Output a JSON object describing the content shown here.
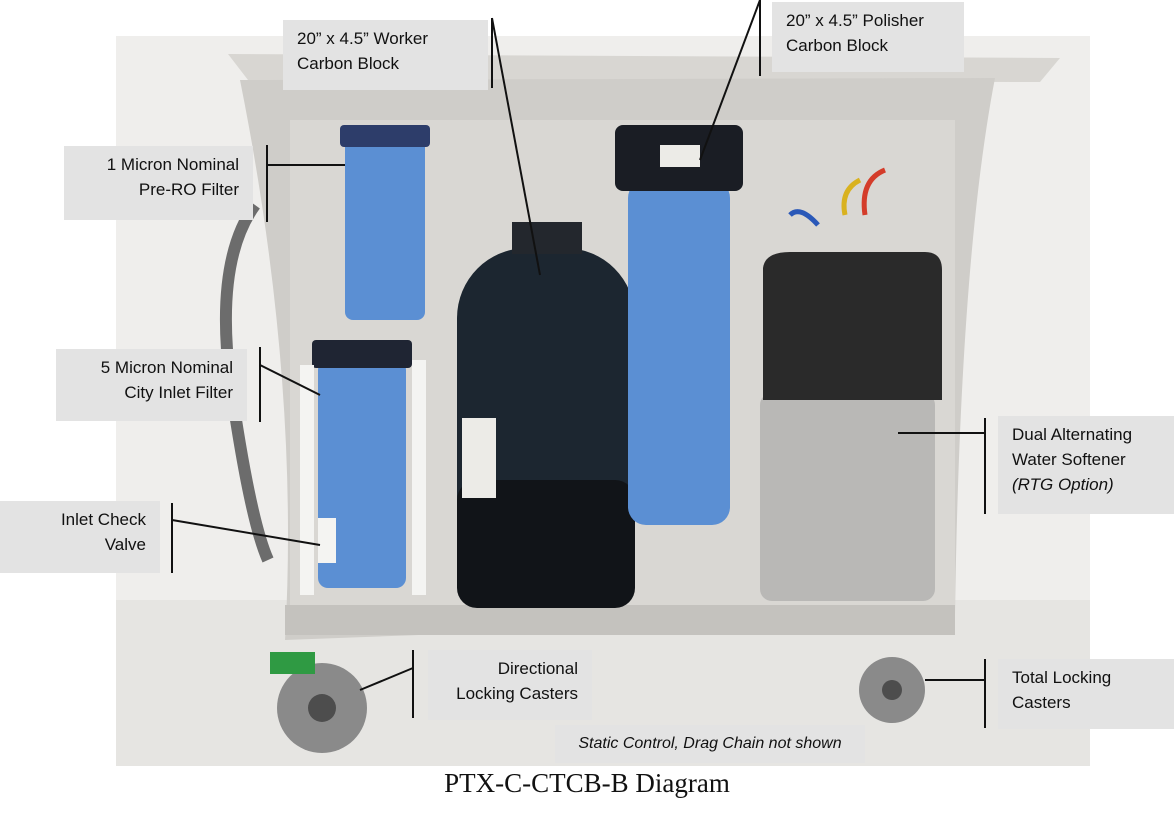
{
  "labels": {
    "worker_block": [
      "20” x 4.5” Worker",
      "Carbon Block"
    ],
    "polisher_block": [
      "20” x 4.5” Polisher",
      "Carbon Block"
    ],
    "pre_ro_filter": [
      "1 Micron Nominal",
      "Pre-RO Filter"
    ],
    "city_inlet_filter": [
      "5 Micron Nominal",
      "City Inlet Filter"
    ],
    "inlet_check_valve": [
      "Inlet Check",
      "Valve"
    ],
    "water_softener": [
      "Dual Alternating",
      "Water Softener",
      "(RTG Option)"
    ],
    "directional_casters": [
      "Directional",
      "Locking Casters"
    ],
    "total_casters": [
      "Total Locking",
      "Casters"
    ]
  },
  "note": "Static Control, Drag Chain not shown",
  "caption": "PTX-C-CTCB-B Diagram",
  "colors": {
    "label_bg": "#e3e3e3",
    "cart": "#cfcdc9",
    "filter_blue": "#5b8fd3",
    "tank": "#1c2630",
    "softener_body": "#b9b8b6",
    "softener_top": "#2a2a2a"
  }
}
